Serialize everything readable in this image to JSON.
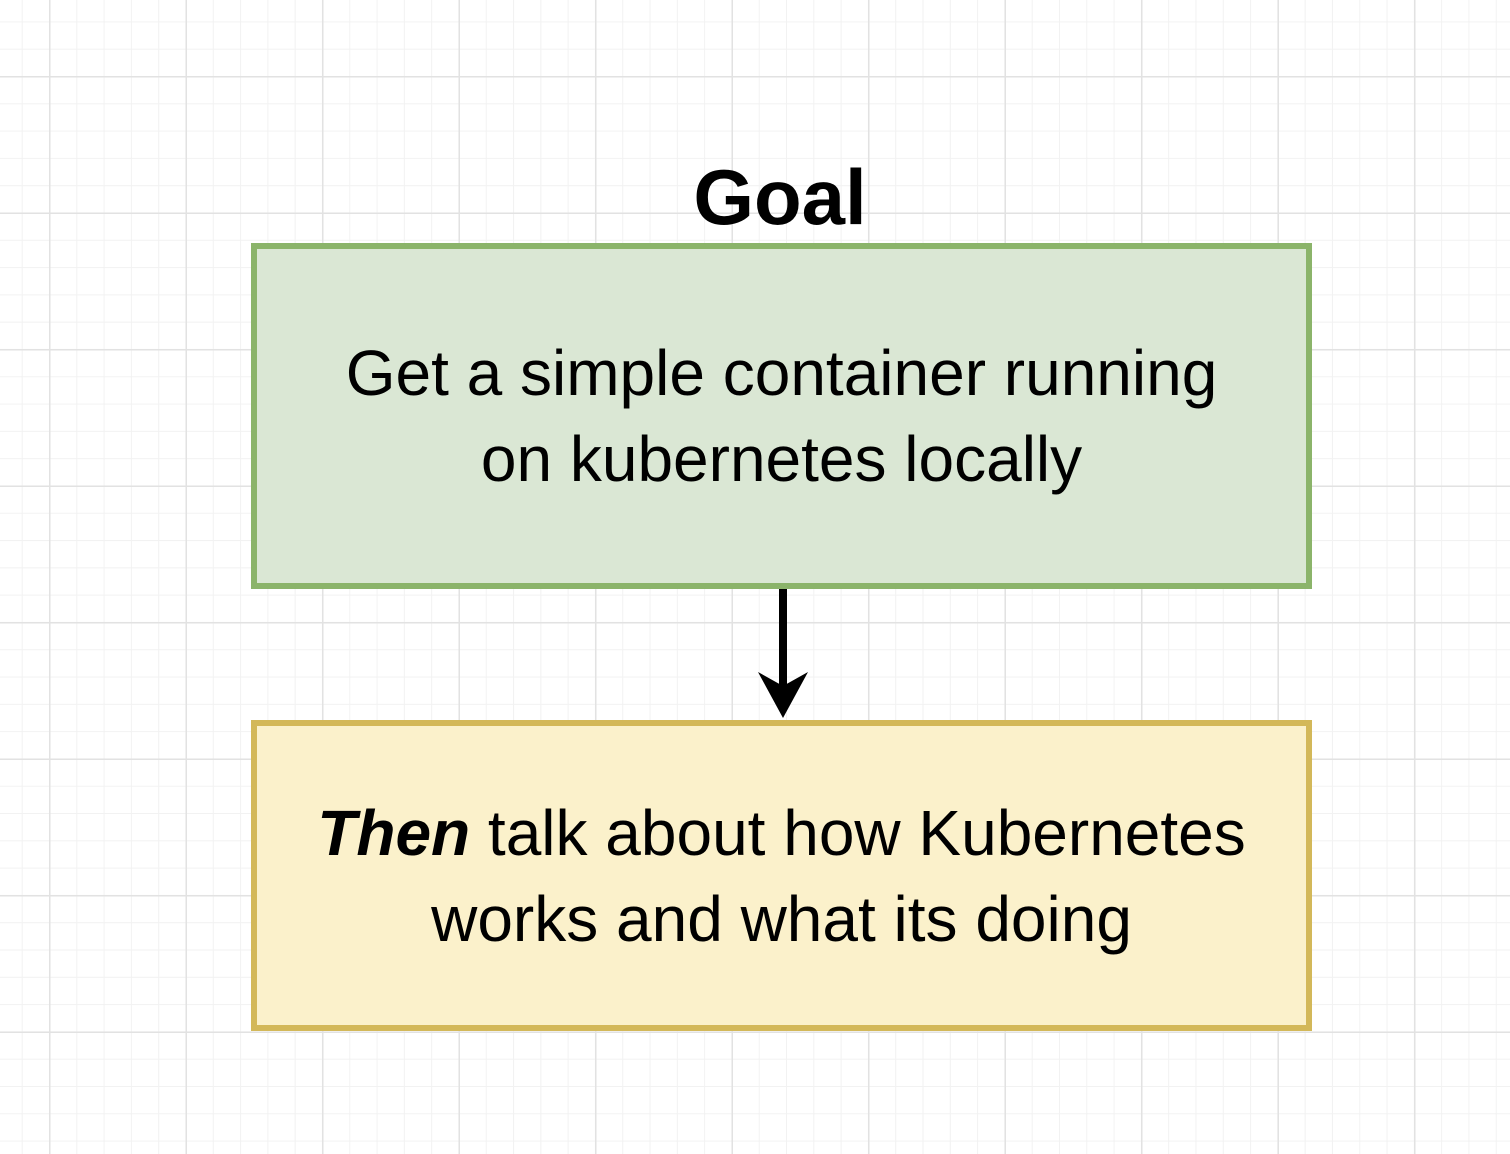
{
  "diagram": {
    "title": "Goal",
    "step1": {
      "line1": "Get a simple container running",
      "line2": "on kubernetes locally",
      "fill_color": "#dae7d4",
      "border_color": "#8bb46a"
    },
    "step2": {
      "emphasis": "Then",
      "line1_rest": " talk about how Kubernetes",
      "line2": "works and what its doing",
      "fill_color": "#fbf1cb",
      "border_color": "#d3b859"
    },
    "connector": {
      "from": "step1",
      "to": "step2",
      "color": "#000000"
    }
  }
}
